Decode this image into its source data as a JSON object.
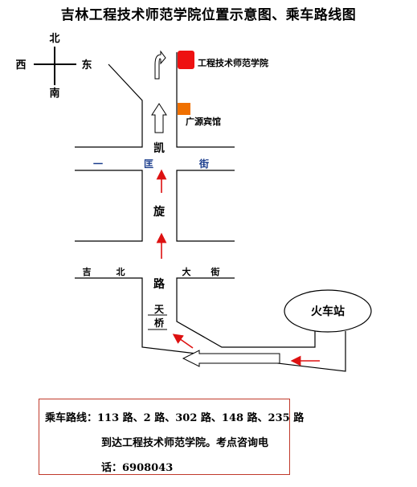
{
  "title": "吉林工程技术师范学院位置示意图、乘车路线图",
  "compass": {
    "north": "北",
    "south": "南",
    "west": "西",
    "east": "东"
  },
  "labels": {
    "college": "工程技术师范学院",
    "hotel": "广源宾馆",
    "station": "火车站",
    "road_kaixuan": [
      "凯",
      "旋",
      "路"
    ],
    "street_yijing": [
      "一",
      "匡",
      "街"
    ],
    "street_jibei": [
      "吉",
      "北",
      "大",
      "街"
    ],
    "overpass": [
      "天",
      "桥"
    ]
  },
  "colors": {
    "college": "#ee1111",
    "hotel": "#f07000",
    "arrow": "#dd1111",
    "street_text": "#1a3c8c",
    "box_border": "#c0392b"
  },
  "route": {
    "line1": "乘车路线：113 路、2 路、302 路、148 路、235 路",
    "line2": "到达工程技术师范学院。考点咨询电",
    "line3": "话：6908043"
  }
}
